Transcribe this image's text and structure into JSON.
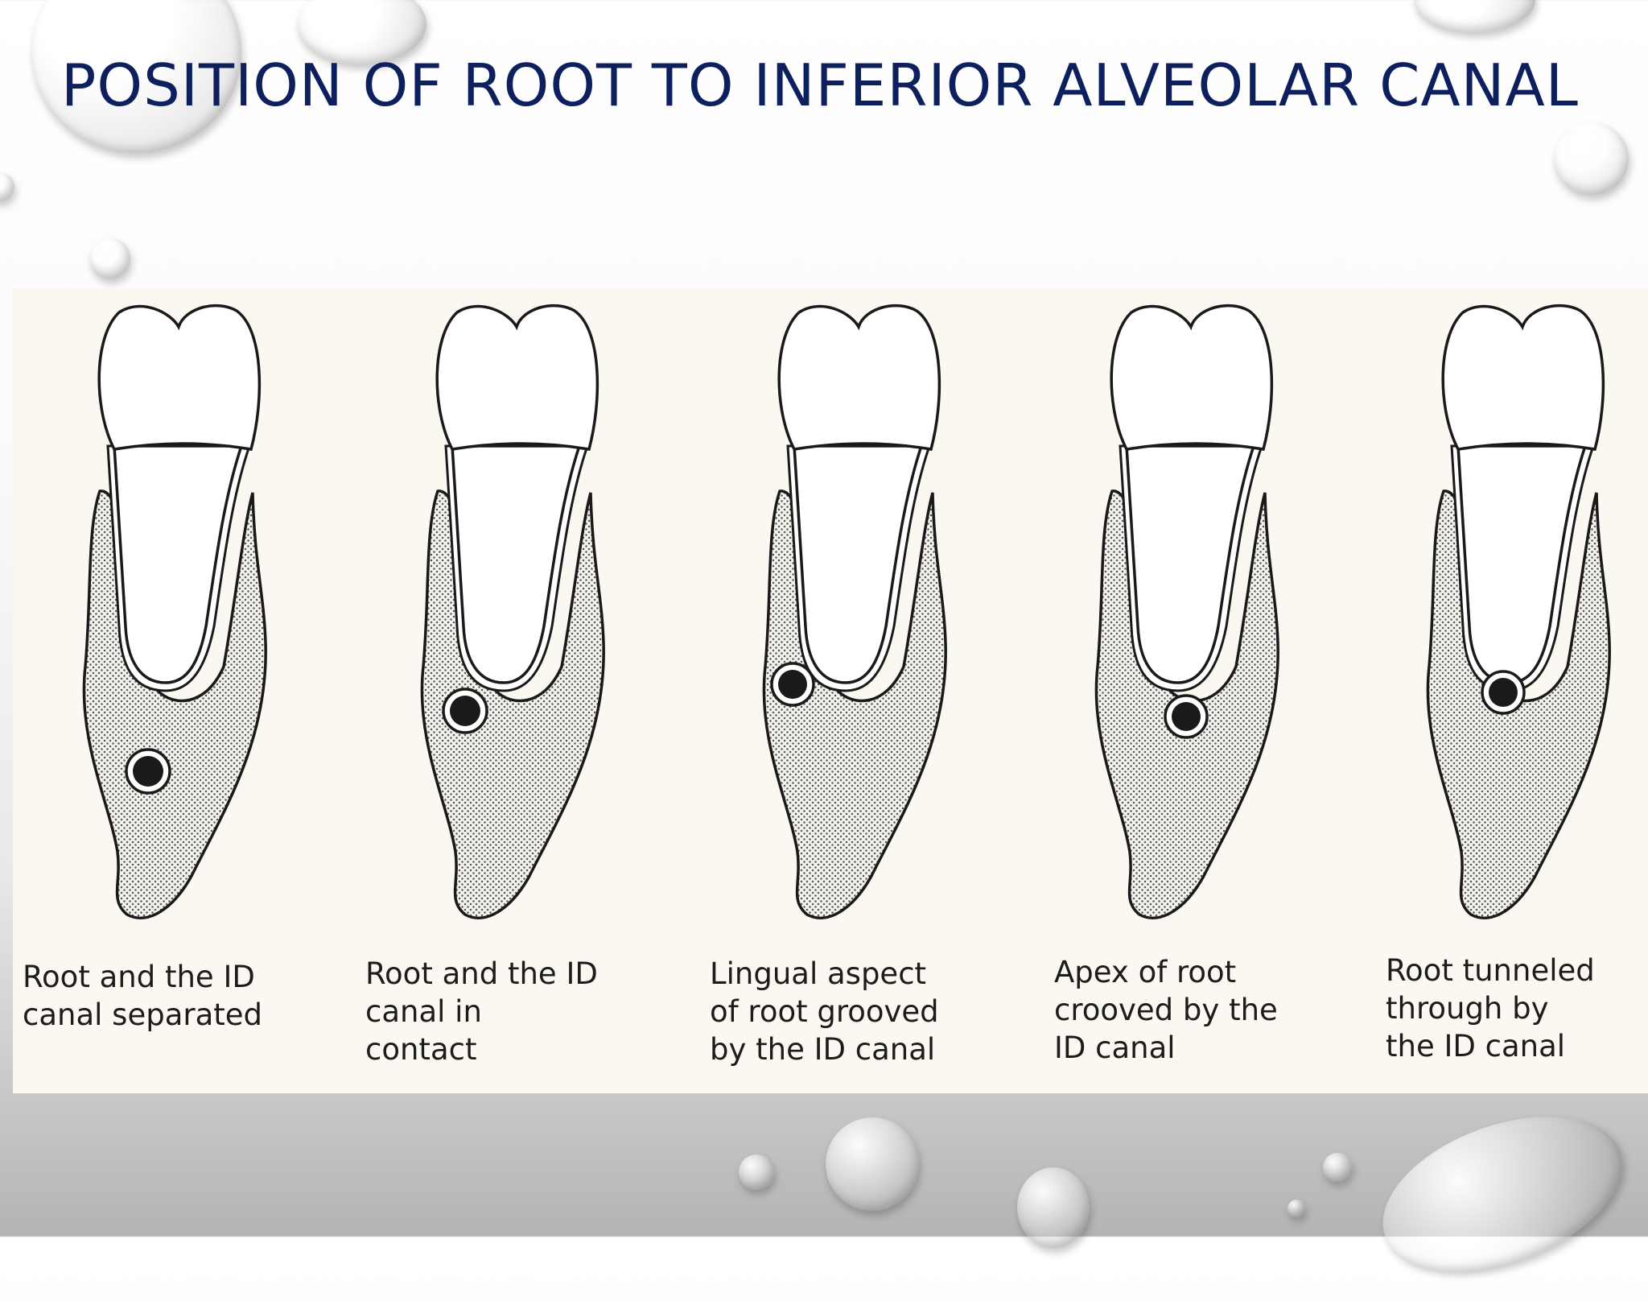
{
  "slide": {
    "title": "POSITION OF ROOT TO INFERIOR ALVEOLAR CANAL"
  },
  "figure": {
    "panels": [
      {
        "caption_lines": [
          "Root and the ID",
          "canal separated"
        ],
        "relation": "separated"
      },
      {
        "caption_lines": [
          "Root and the ID",
          "canal in",
          "contact"
        ],
        "relation": "contact"
      },
      {
        "caption_lines": [
          "Lingual aspect",
          "of root grooved",
          "by the ID canal"
        ],
        "relation": "lingual-groove"
      },
      {
        "caption_lines": [
          "Apex of root",
          "crooved by the",
          "ID canal"
        ],
        "relation": "apex-groove"
      },
      {
        "caption_lines": [
          "Root tunneled",
          "through by",
          "the ID canal"
        ],
        "relation": "tunneled"
      }
    ]
  },
  "theme": {
    "title_color": "#0d1f5c",
    "panel_background": "#fbf8f1",
    "bone_stipple": "#555555",
    "outline": "#1a1a1a"
  }
}
